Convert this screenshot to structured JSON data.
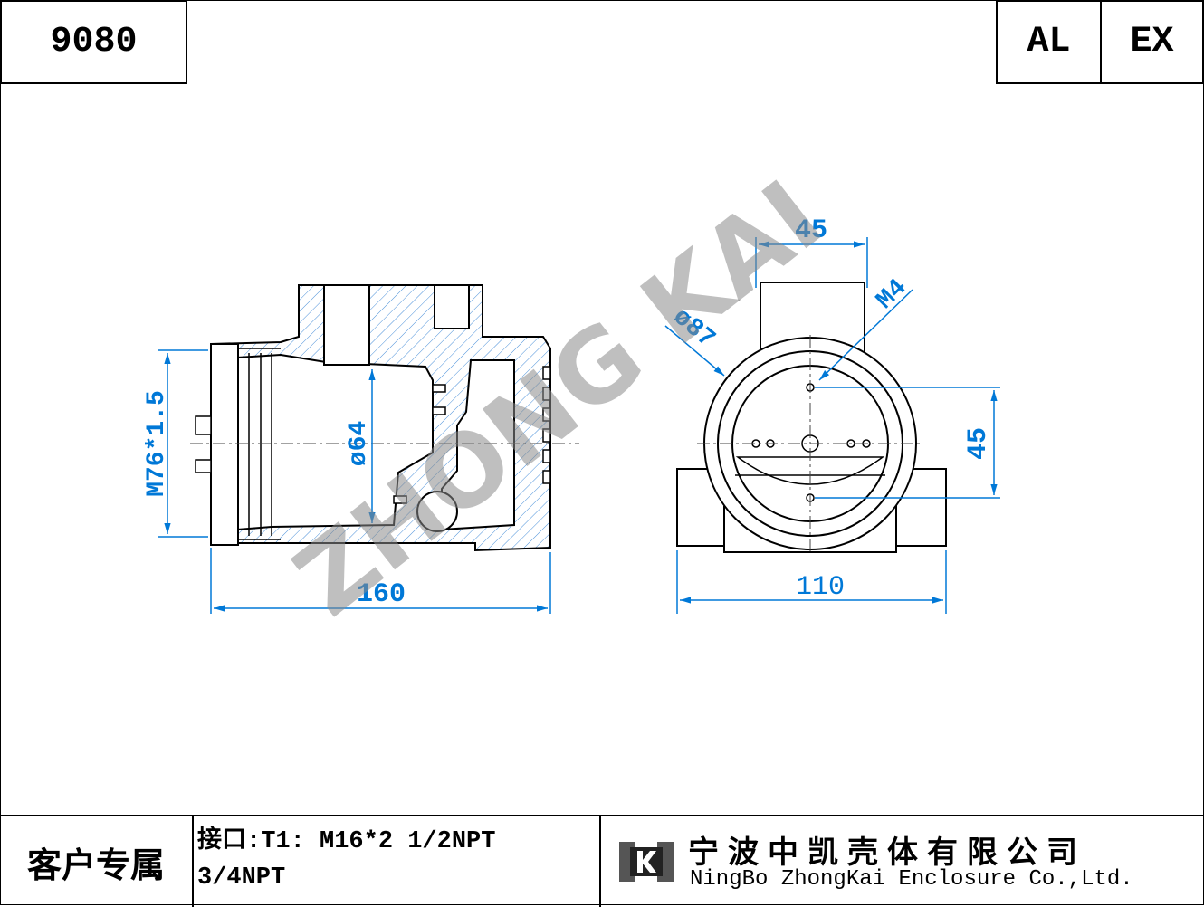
{
  "title_block": {
    "model": "9080",
    "material": "AL",
    "rating": "EX"
  },
  "drawing": {
    "watermark": "ZHONG KAI",
    "side_view_dimensions": {
      "thread": "M76*1.5",
      "bore": "ø64",
      "length": "160"
    },
    "front_view_dimensions": {
      "top_width": "45",
      "cover_diameter": "ø87",
      "screw": "M4",
      "hole_spacing": "45",
      "overall_width": "110"
    },
    "colors": {
      "dimension": "#0078d7",
      "hatch": "#4a90d9",
      "outline": "#000000",
      "watermark": "#8a8a8a"
    }
  },
  "footer": {
    "customer_label": "客户专属",
    "spec_line1": "接口:T1: M16*2 1/2NPT",
    "spec_line2": "3/4NPT",
    "company_cn": "宁波中凯壳体有限公司",
    "company_en": "NingBo ZhongKai Enclosure Co.,Ltd."
  }
}
